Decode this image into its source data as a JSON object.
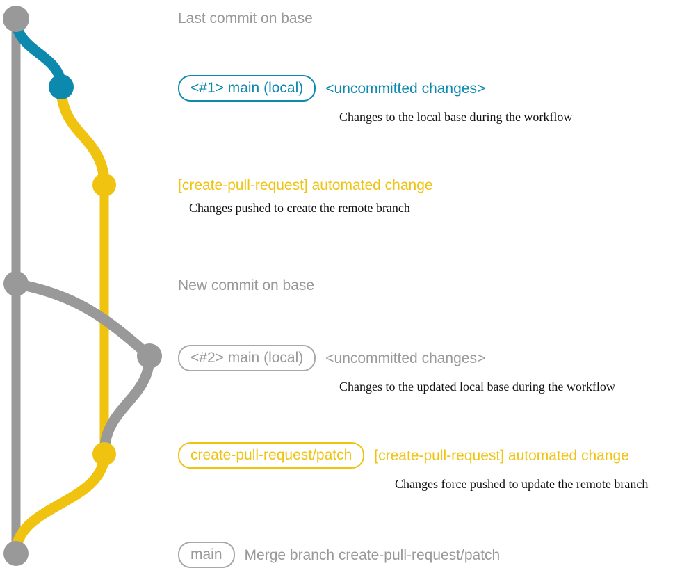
{
  "diagram": {
    "title": "git-branch-graph",
    "colors": {
      "base": "#999999",
      "local": "#0e89ae",
      "patch": "#efc310",
      "background": "#ffffff",
      "subtext": "#111111"
    }
  },
  "rows": [
    {
      "id": "last-commit-on-base",
      "headline": "Last commit on base",
      "headline_color": "gray",
      "badge": null,
      "subtext": null
    },
    {
      "id": "local-change-1",
      "badge": "<#1> main (local)",
      "badge_color": "blue",
      "headline": "<uncommitted changes>",
      "headline_color": "blue",
      "subtext": "Changes to the local base during the workflow"
    },
    {
      "id": "automated-change-1",
      "badge": null,
      "headline": "[create-pull-request] automated change",
      "headline_color": "yellow",
      "subtext": "Changes pushed to create the remote branch"
    },
    {
      "id": "new-commit-on-base",
      "badge": null,
      "headline": "New commit on base",
      "headline_color": "gray",
      "subtext": null
    },
    {
      "id": "local-change-2",
      "badge": "<#2> main (local)",
      "badge_color": "gray",
      "headline": "<uncommitted changes>",
      "headline_color": "gray",
      "subtext": "Changes to the updated local base during the workflow"
    },
    {
      "id": "automated-change-2",
      "badge": "create-pull-request/patch",
      "badge_color": "yellow",
      "headline": "[create-pull-request] automated change",
      "headline_color": "yellow",
      "subtext": "Changes force pushed to update the remote branch"
    },
    {
      "id": "merge-commit",
      "badge": "main",
      "badge_color": "gray",
      "headline": "Merge branch create-pull-request/patch",
      "headline_color": "gray",
      "subtext": null
    }
  ],
  "nodes": [
    {
      "id": "base-commit-top",
      "label": "Last commit on base",
      "color": "base"
    },
    {
      "id": "local-commit-1",
      "label": "<#1> main (local)",
      "color": "local"
    },
    {
      "id": "patch-commit-1",
      "label": "automated change 1",
      "color": "patch"
    },
    {
      "id": "base-commit-new",
      "label": "New commit on base",
      "color": "base"
    },
    {
      "id": "local-commit-2",
      "label": "<#2> main (local)",
      "color": "base"
    },
    {
      "id": "patch-commit-2",
      "label": "automated change 2",
      "color": "patch"
    },
    {
      "id": "merge-commit-node",
      "label": "main merge commit",
      "color": "base"
    }
  ]
}
